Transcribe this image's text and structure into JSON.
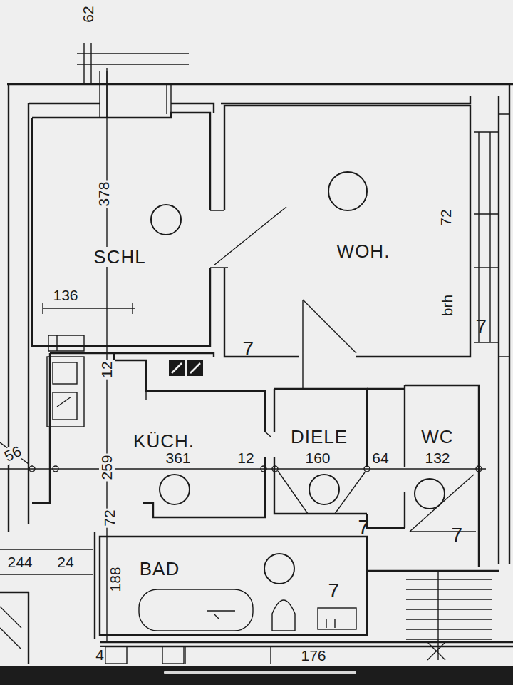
{
  "diagram": {
    "nodes": [
      {
        "text": [
          "SCHL"
        ]
      },
      {
        "text": [
          "7"
        ],
        "in": 0
      },
      {
        "text": [
          "WOH."
        ]
      },
      {
        "text": [
          "7"
        ],
        "in": 2
      },
      {
        "text": [
          "KÜCH."
        ]
      },
      {
        "text": [
          "7"
        ],
        "in": 4
      },
      {
        "text": [
          "DIELE"
        ]
      },
      {
        "text": [
          "7"
        ],
        "in": 6
      },
      {
        "text": [
          "WC"
        ]
      },
      {
        "text": [
          "7"
        ],
        "in": 8
      },
      {
        "text": [
          "BAD"
        ]
      },
      {
        "text": [
          "7"
        ],
        "in": 10
      }
    ],
    "labels": [
      "62",
      "378",
      "136",
      "72",
      "brh",
      "12",
      "259",
      "56",
      "361",
      "12",
      "160",
      "64",
      "132",
      "72",
      "244",
      "24",
      "188",
      "4",
      "176"
    ]
  }
}
